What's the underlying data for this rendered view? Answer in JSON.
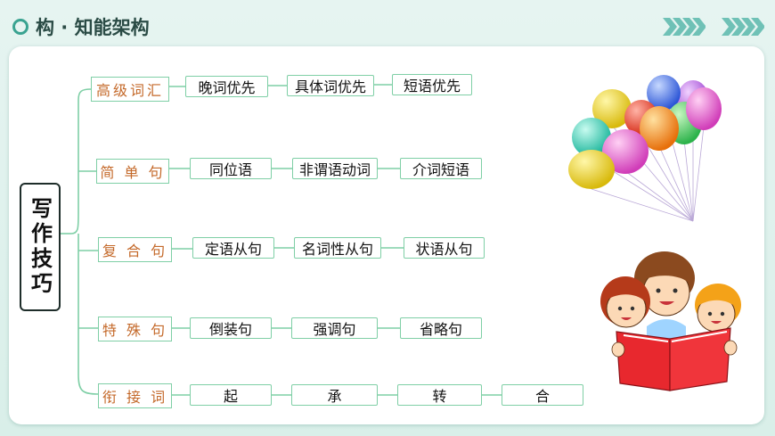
{
  "header": {
    "title": "构 · 知能架构",
    "icon": "ring-icon"
  },
  "colors": {
    "accent": "#3aa391",
    "line": "#7fcfa6",
    "category_text": "#c4692a"
  },
  "diagram": {
    "root": "写作技巧",
    "categories": [
      {
        "label": "高级词汇",
        "items": [
          "晚词优先",
          "具体词优先",
          "短语优先"
        ]
      },
      {
        "label": "简 单 句",
        "items": [
          "同位语",
          "非谓语动词",
          "介词短语"
        ]
      },
      {
        "label": "复 合 句",
        "items": [
          "定语从句",
          "名词性从句",
          "状语从句"
        ]
      },
      {
        "label": "特 殊 句",
        "items": [
          "倒装句",
          "强调句",
          "省略句"
        ]
      },
      {
        "label": "衔 接 词",
        "items": [
          "起",
          "承",
          "转",
          "合"
        ]
      }
    ]
  }
}
